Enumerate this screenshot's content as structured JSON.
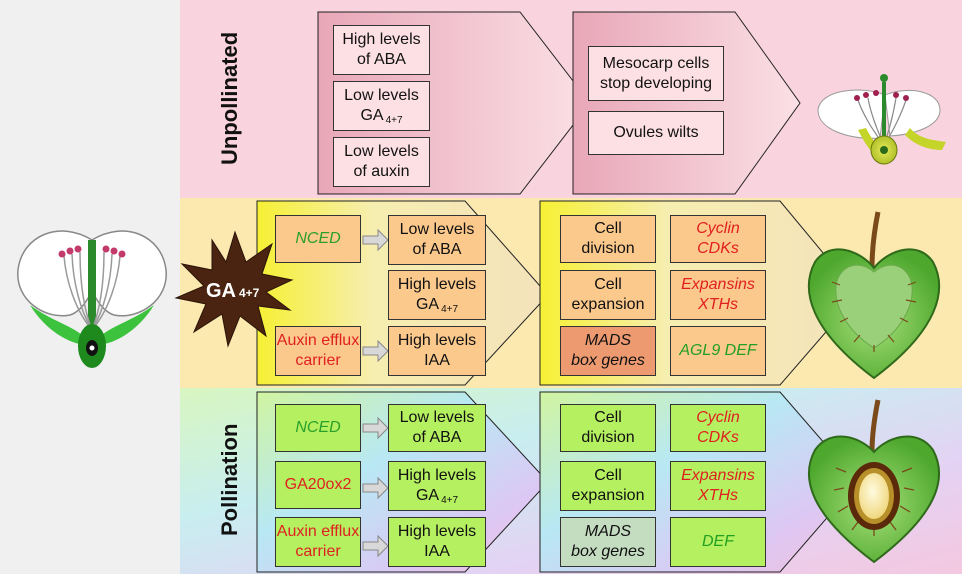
{
  "rows": {
    "unpollinated_label": "Unpollinated",
    "pollination_label": "Pollination"
  },
  "ga_star": {
    "text": "GA",
    "sub": "4+7"
  },
  "unpollinated": {
    "left": [
      {
        "line1": "High levels",
        "line2": "of ABA"
      },
      {
        "line1": "Low levels",
        "line2": "GA",
        "sub": "4+7"
      },
      {
        "line1": "Low levels",
        "line2": "of auxin"
      }
    ],
    "right": [
      {
        "line1": "Mesocarp cells",
        "line2": "stop developing"
      },
      {
        "line1": "Ovules wilts",
        "line2": ""
      }
    ]
  },
  "middle": {
    "genes": [
      {
        "line1": "NCED",
        "line2": ""
      },
      {
        "line1": "Auxin efflux",
        "line2": "carrier"
      }
    ],
    "levels": [
      {
        "line1": "Low levels",
        "line2": "of ABA"
      },
      {
        "line1": "High levels",
        "line2": "GA",
        "sub": "4+7"
      },
      {
        "line1": "High levels",
        "line2": "IAA"
      }
    ],
    "effects": [
      {
        "line1": "Cell",
        "line2": "division"
      },
      {
        "line1": "Cell",
        "line2": "expansion"
      },
      {
        "line1": "MADS",
        "line2": "box genes"
      }
    ],
    "targets": [
      {
        "line1": "Cyclin",
        "line2": "CDKs"
      },
      {
        "line1": "Expansins",
        "line2": "XTHs"
      },
      {
        "line1": "AGL9 DEF",
        "line2": ""
      }
    ]
  },
  "pollination": {
    "genes": [
      {
        "line1": "NCED",
        "line2": ""
      },
      {
        "line1": "GA20ox2",
        "line2": ""
      },
      {
        "line1": "Auxin efflux",
        "line2": "carrier"
      }
    ],
    "levels": [
      {
        "line1": "Low levels",
        "line2": "of ABA"
      },
      {
        "line1": "High levels",
        "line2": "GA",
        "sub": "4+7"
      },
      {
        "line1": "High levels",
        "line2": "IAA"
      }
    ],
    "effects": [
      {
        "line1": "Cell",
        "line2": "division"
      },
      {
        "line1": "Cell",
        "line2": "expansion"
      },
      {
        "line1": "MADS",
        "line2": "box genes"
      }
    ],
    "targets": [
      {
        "line1": "Cyclin",
        "line2": "CDKs"
      },
      {
        "line1": "Expansins",
        "line2": "XTHs"
      },
      {
        "line1": "DEF",
        "line2": ""
      }
    ]
  },
  "colors": {
    "pink_band": "#f9d3dd",
    "yellow_band": "#fbe9b0",
    "box_pink": "#fde0e4",
    "box_orange": "#fcc98d",
    "box_green": "#b5f060",
    "gene_green_text": "#2aa02a",
    "gene_red_text": "#e02020",
    "star": "#4a2410"
  }
}
